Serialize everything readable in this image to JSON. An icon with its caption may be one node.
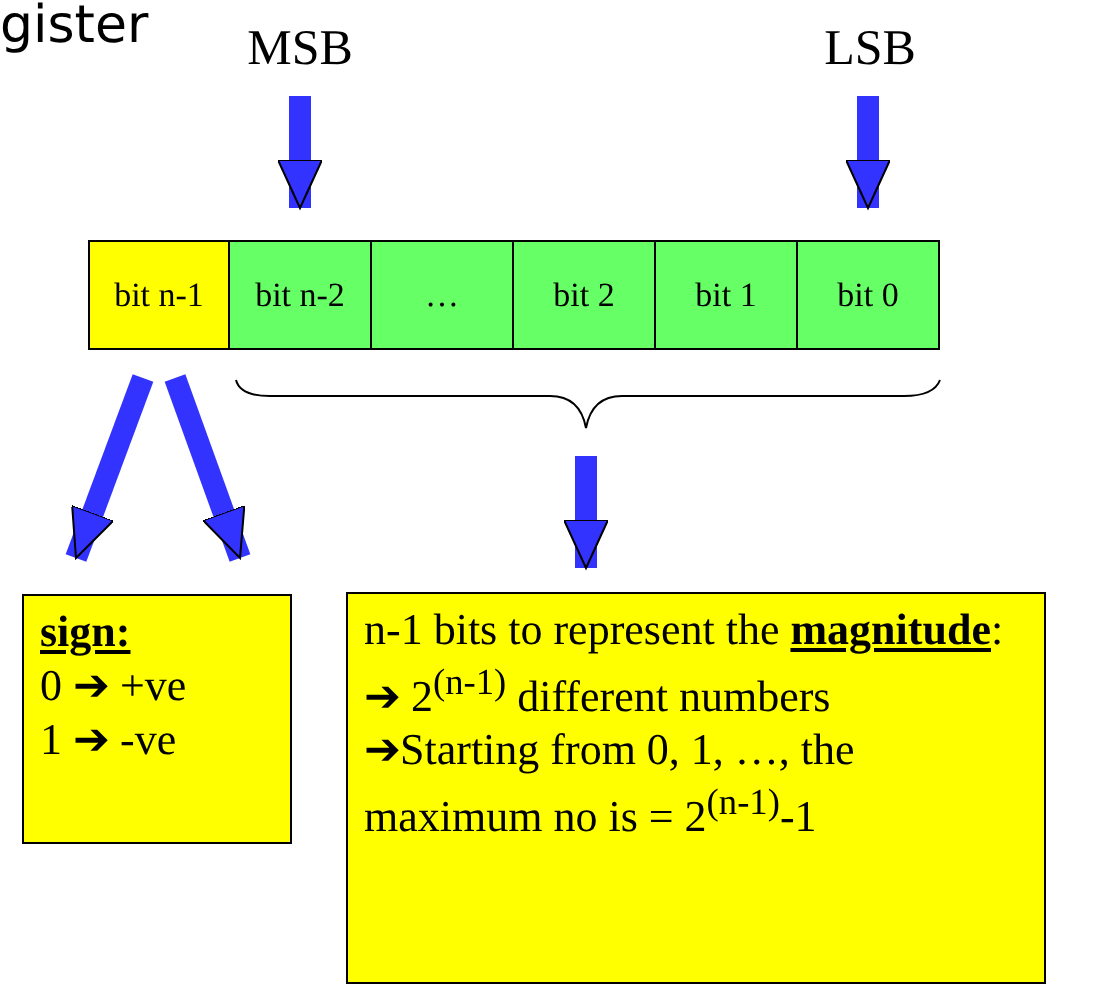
{
  "diagram": {
    "nodes": [
      {
        "text": [
          "MSB"
        ]
      },
      {
        "text": [
          "LSB"
        ]
      },
      {
        "text": [
          "bit n-1"
        ]
      },
      {
        "text": [
          "bit n-2"
        ]
      },
      {
        "text": [
          "…"
        ]
      },
      {
        "text": [
          "bit 2"
        ]
      },
      {
        "text": [
          "bit 1"
        ]
      },
      {
        "text": [
          "bit 0"
        ]
      },
      {
        "text": [
          "sign:",
          "0 ➔ +ve",
          "1 ➔ -ve"
        ]
      },
      {
        "text": [
          "n-1 bits to represent the **magnitude**:",
          "➔ 2$^{(n-1)}$ different numbers",
          "➔Starting from 0, 1, …, the maximum no is = 2$^{(n-1)}$-1"
        ]
      }
    ],
    "edges": [
      {
        "from": 0,
        "to": 3,
        "arrow": "to"
      },
      {
        "from": 1,
        "to": 7,
        "arrow": "to"
      },
      {
        "from": 2,
        "to": 8,
        "arrow": "to"
      },
      {
        "from": 2,
        "to": 8,
        "arrow": "to"
      },
      {
        "from": null,
        "to": 9,
        "arrow": "to"
      }
    ],
    "labels": [
      "gister"
    ]
  }
}
